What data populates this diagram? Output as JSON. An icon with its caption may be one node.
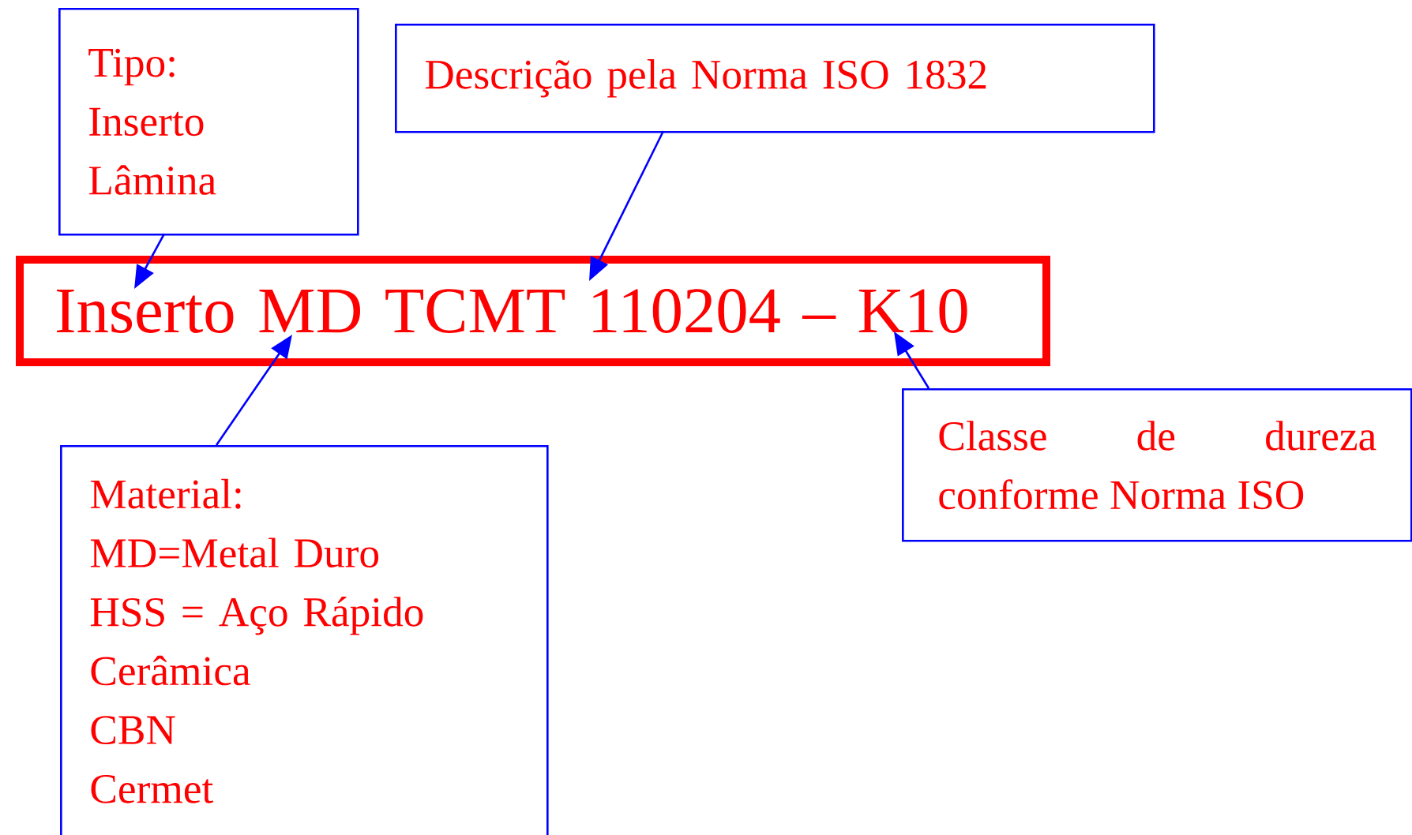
{
  "diagram": {
    "nodes": [
      {
        "text": [
          "Tipo:",
          "Inserto",
          "Lâmina"
        ]
      },
      {
        "text": [
          "Descrição pela Norma ISO 1832"
        ]
      },
      {
        "text": [
          "Inserto MD TCMT 110204 – K10"
        ]
      },
      {
        "text": [
          "Material:",
          "MD=Metal Duro",
          "HSS = Aço Rápido",
          "Cerâmica",
          "CBN",
          "Cermet"
        ]
      },
      {
        "text": [
          "Classe de dureza conforme Norma ISO"
        ]
      }
    ],
    "edges": [
      {
        "from": 0,
        "to": 2,
        "arrow": "to"
      },
      {
        "from": 1,
        "to": 2,
        "arrow": "to"
      },
      {
        "from": 3,
        "to": 2,
        "arrow": "to"
      },
      {
        "from": 4,
        "to": 2,
        "arrow": "to"
      }
    ]
  }
}
